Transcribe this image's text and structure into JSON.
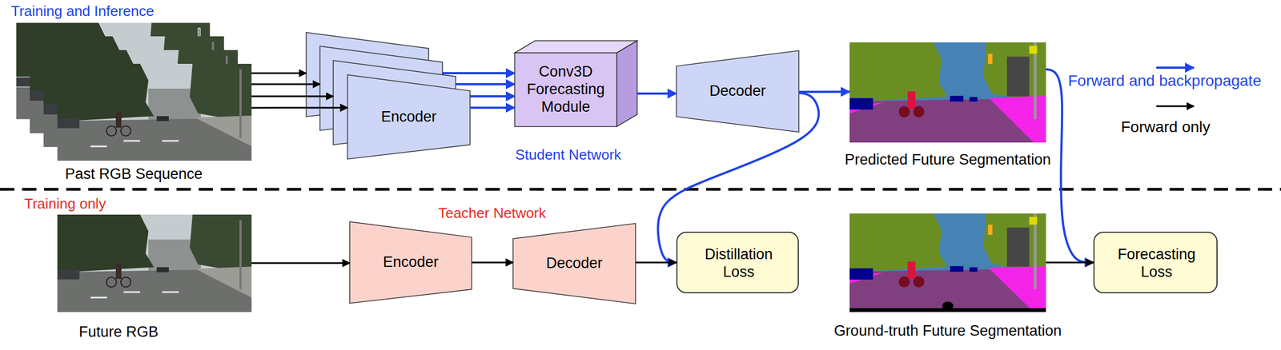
{
  "diagram": {
    "nodes": [
      {
        "text": [
          "Past RGB Sequence"
        ]
      },
      {
        "text": [
          "Encoder"
        ]
      },
      {
        "text": [
          "Conv3D Forecasting Module"
        ]
      },
      {
        "text": [
          "Decoder"
        ]
      },
      {
        "text": [
          "Predicted Future Segmentation"
        ]
      },
      {
        "text": [
          "Future RGB"
        ]
      },
      {
        "text": [
          "Encoder"
        ]
      },
      {
        "text": [
          "Decoder"
        ]
      },
      {
        "text": [
          "Distillation Loss"
        ]
      },
      {
        "text": [
          "Ground-truth Future Segmentation"
        ]
      },
      {
        "text": [
          "Forecasting Loss"
        ]
      }
    ],
    "edges": [
      {
        "from": 0,
        "to": 1,
        "arrow": "to"
      },
      {
        "from": 1,
        "to": 2,
        "arrow": "to"
      },
      {
        "from": 2,
        "to": 3,
        "arrow": "to"
      },
      {
        "from": 3,
        "to": 4,
        "arrow": "to"
      },
      {
        "from": 3,
        "to": 8,
        "arrow": "to"
      },
      {
        "from": 5,
        "to": 6,
        "arrow": "to"
      },
      {
        "from": 6,
        "to": 7,
        "arrow": "to"
      },
      {
        "from": 7,
        "to": 8,
        "arrow": "to"
      },
      {
        "from": 4,
        "to": 10,
        "arrow": "to"
      },
      {
        "from": 9,
        "to": 10,
        "arrow": "to"
      }
    ],
    "labels": [
      "Training and Inference",
      "Student Network",
      "Training only",
      "Teacher Network"
    ],
    "legend": [
      {
        "text": "Forward and backpropagate"
      },
      {
        "text": "Forward only"
      }
    ]
  }
}
